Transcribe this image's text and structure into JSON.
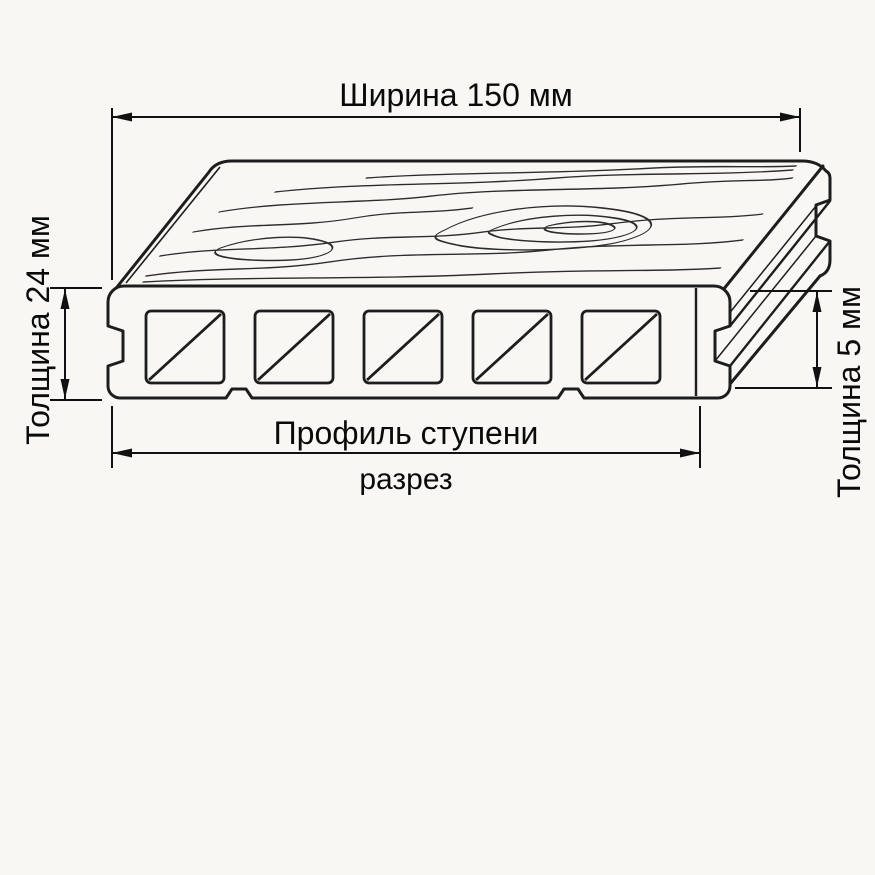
{
  "diagram": {
    "labels": {
      "width": "Ширина 150 мм",
      "thickness_left": "Толщина 24 мм",
      "thickness_right": "Толщина 5 мм",
      "profile": "Профиль ступени",
      "section": "разрез"
    },
    "colors": {
      "background": "#f8f7f4",
      "line": "#1d1d1d",
      "text": "#0a0a0a"
    },
    "hollow_chambers": 5
  }
}
